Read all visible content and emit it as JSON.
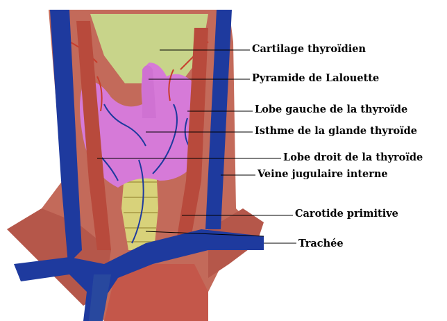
{
  "diagram": {
    "labels": {
      "cartilage": "Cartilage thyroïdien",
      "pyramide": "Pyramide de Lalouette",
      "lobe_gauche": "Lobe gauche de la thyroïde",
      "isthme": "Isthme de la glande thyroïde",
      "lobe_droit": "Lobe droit de la thyroïde",
      "veine": "Veine jugulaire interne",
      "carotide": "Carotide primitive",
      "trachee": "Trachée"
    },
    "colors": {
      "thyroid": "#d67ad8",
      "cartilage": "#c8d48a",
      "vein": "#1e3a9e",
      "artery": "#c83c2c",
      "muscle": "#b0554a",
      "trachea": "#d8d27a",
      "background": "#ffffff"
    }
  }
}
